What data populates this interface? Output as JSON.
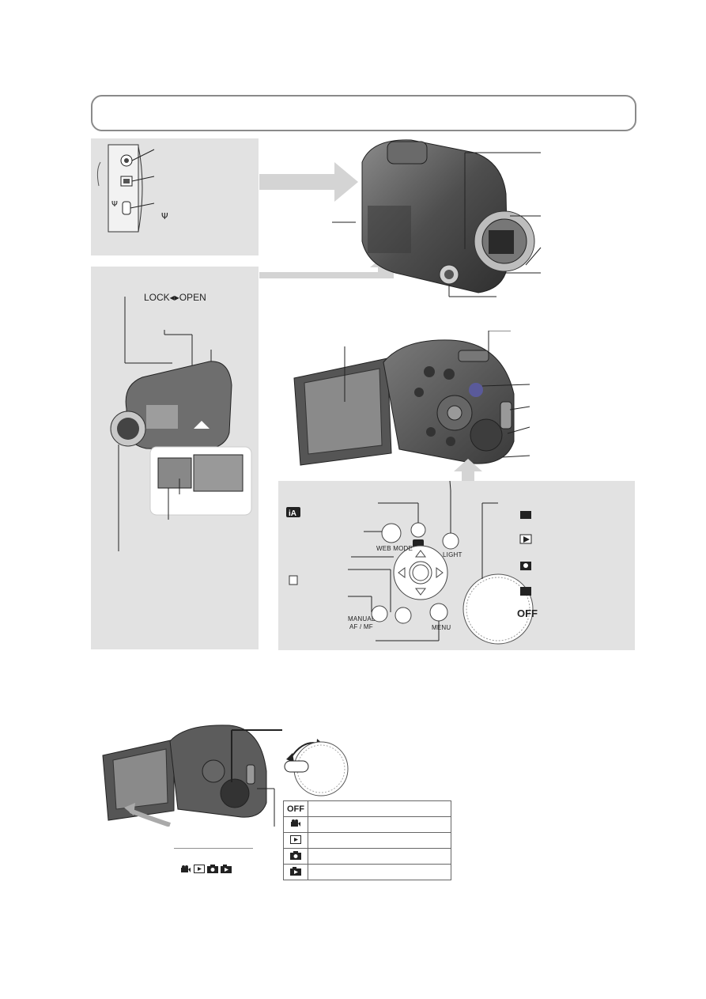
{
  "top_panel": {
    "lock_open_label": "LOCK◂▸OPEN"
  },
  "usb_icon": "Ψ",
  "button_labels": {
    "web_mode": "WEB MODE",
    "light": "LIGHT",
    "manual": "MANUAL",
    "af_mf": "AF / MF",
    "menu": "MENU"
  },
  "dial_panel": {
    "off_label": "OFF",
    "icons": [
      "movie-icon",
      "playback-icon",
      "camera-icon",
      "slideshow-icon"
    ]
  },
  "mode_table": {
    "rows": [
      {
        "icon": "OFF",
        "text": ""
      },
      {
        "icon": "movie-icon",
        "text": ""
      },
      {
        "icon": "playback-icon",
        "text": ""
      },
      {
        "icon": "camera-icon",
        "text": ""
      },
      {
        "icon": "slideshow-icon",
        "text": ""
      }
    ]
  },
  "colors": {
    "panel_gray": "#e2e2e2",
    "arrow_gray": "#d4d4d4",
    "camera_body": "#5a5a5a",
    "frame_border": "#8a8a8a"
  }
}
